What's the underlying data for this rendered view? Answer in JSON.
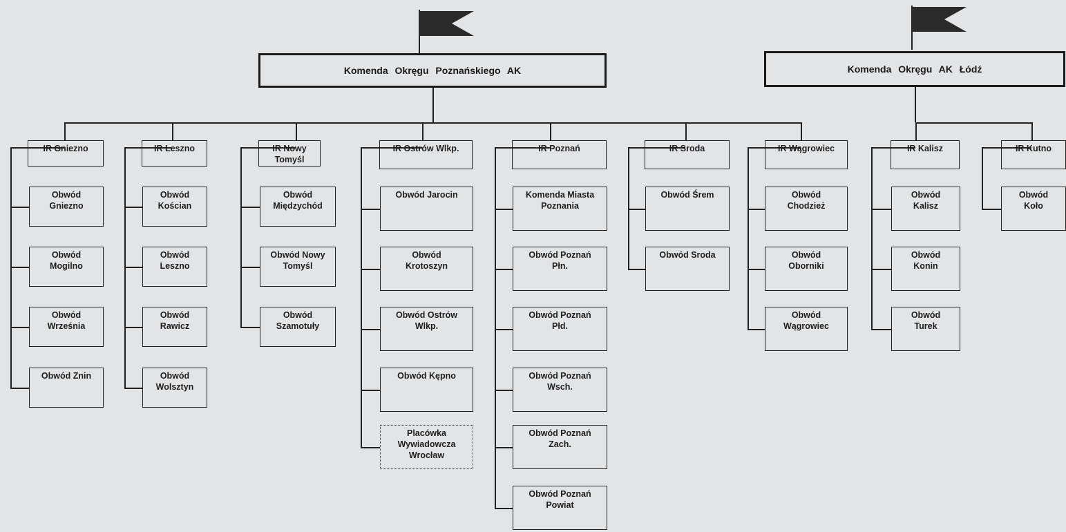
{
  "commands": [
    {
      "name": "Komenda  Okręgu  Poznańskiego  AK",
      "flag_icon": "flag-icon",
      "columns": [
        {
          "ir": "IR Gniezno",
          "units": [
            {
              "label": "Obwód\nGniezno"
            },
            {
              "label": "Obwód\nMogilno"
            },
            {
              "label": "Obwód\nWrześnia"
            },
            {
              "label": "Obwód Znin"
            }
          ]
        },
        {
          "ir": "IR Leszno",
          "units": [
            {
              "label": "Obwód\nKościan"
            },
            {
              "label": "Obwód\nLeszno"
            },
            {
              "label": "Obwód\nRawicz"
            },
            {
              "label": "Obwód\nWolsztyn"
            }
          ]
        },
        {
          "ir": "IR Nowy\nTomyśl",
          "units": [
            {
              "label": "Obwód\nMiędzychód"
            },
            {
              "label": "Obwód Nowy\nTomyśl"
            },
            {
              "label": "Obwód\nSzamotuły"
            }
          ]
        },
        {
          "ir": "IR Ostrów Wlkp.",
          "units": [
            {
              "label": "Obwód Jarocin"
            },
            {
              "label": "Obwód\nKrotoszyn"
            },
            {
              "label": "Obwód Ostrów\nWlkp."
            },
            {
              "label": "Obwód Kępno"
            },
            {
              "label": "Placówka\nWywiadowcza\nWrocław",
              "dotted": true
            }
          ]
        },
        {
          "ir": "IR Poznań",
          "units": [
            {
              "label": "Komenda Miasta\nPoznania"
            },
            {
              "label": "Obwód Poznań\nPłn."
            },
            {
              "label": "Obwód Poznań\nPłd."
            },
            {
              "label": "Obwód Poznań\nWsch."
            },
            {
              "label": "Obwód Poznań\nZach."
            },
            {
              "label": "Obwód Poznań\nPowiat"
            }
          ]
        },
        {
          "ir": "IR Sroda",
          "units": [
            {
              "label": "Obwód Śrem"
            },
            {
              "label": "Obwód Sroda"
            }
          ]
        },
        {
          "ir": "IR Wągrowiec",
          "units": [
            {
              "label": "Obwód\nChodzież"
            },
            {
              "label": "Obwód\nOborniki"
            },
            {
              "label": "Obwód\nWągrowiec"
            }
          ]
        }
      ]
    },
    {
      "name": "Komenda  Okręgu  AK  Łódź",
      "flag_icon": "flag-icon",
      "columns": [
        {
          "ir": "IR Kalisz",
          "units": [
            {
              "label": "Obwód\nKalisz"
            },
            {
              "label": "Obwód\nKonin"
            },
            {
              "label": "Obwód\nTurek"
            }
          ]
        },
        {
          "ir": "IR Kutno",
          "units": [
            {
              "label": "Obwód\nKoło"
            }
          ]
        }
      ]
    }
  ]
}
